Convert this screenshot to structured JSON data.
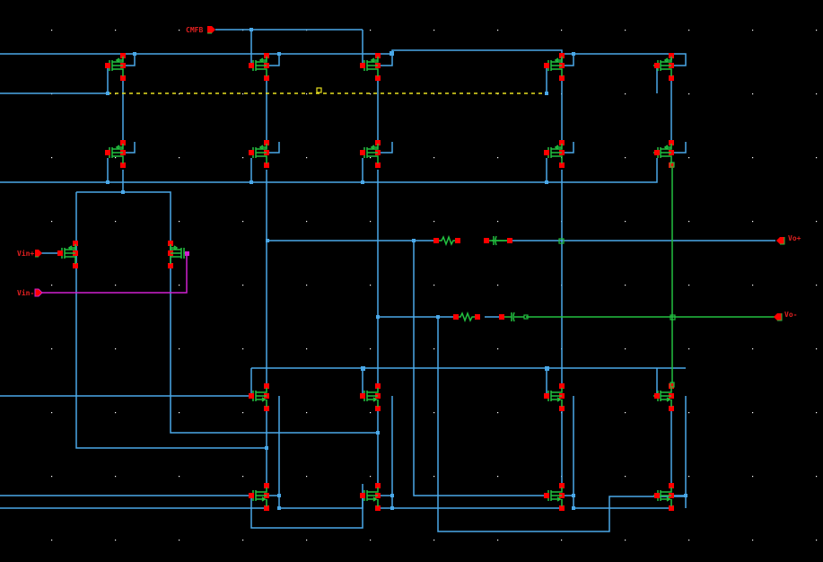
{
  "app": {
    "view": "schematic-editor-canvas",
    "background_color": "#000000"
  },
  "colors": {
    "wire": "#4aa8e8",
    "device": "#22c040",
    "pin": "#ff0000",
    "magenta_net": "#d020d0",
    "selection": "#e8e020",
    "label": "#e02020"
  },
  "pins": [
    {
      "name": "CMFB",
      "direction": "input"
    },
    {
      "name": "Vin+",
      "direction": "input"
    },
    {
      "name": "Vin-",
      "direction": "input"
    },
    {
      "name": "Vo+",
      "direction": "output"
    },
    {
      "name": "Vo-",
      "direction": "output"
    }
  ],
  "devices": {
    "transistors": 20,
    "resistors": 2,
    "capacitors": 2
  }
}
